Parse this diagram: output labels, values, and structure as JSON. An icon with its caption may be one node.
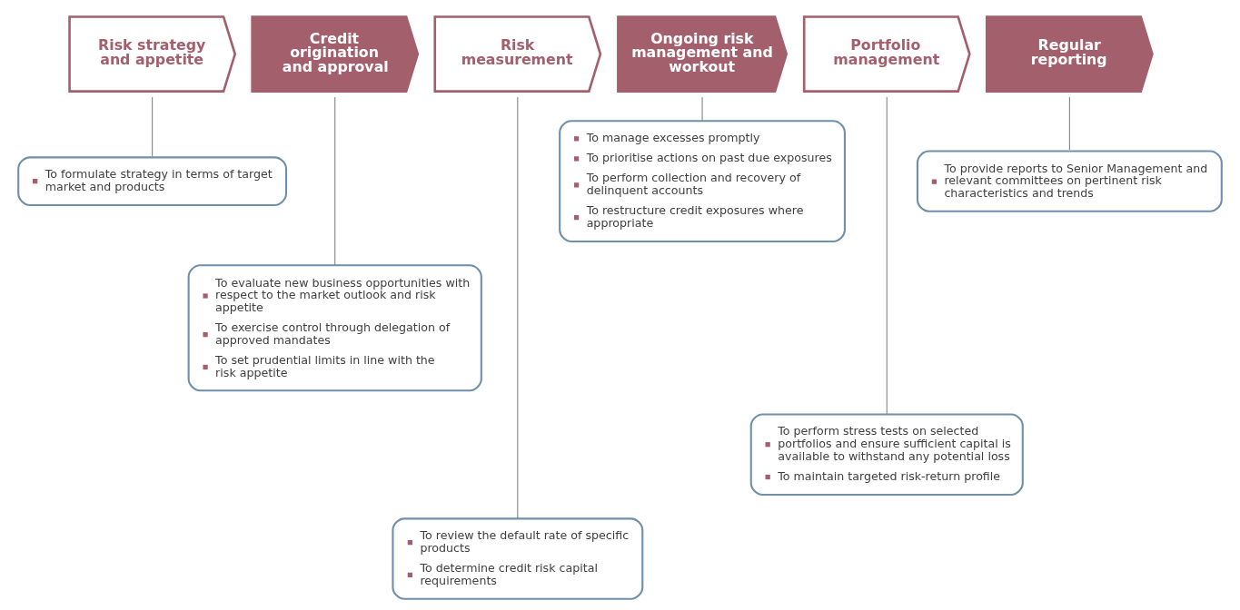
{
  "diagram": {
    "nodes": [
      {
        "text": [
          "Risk strategy and appetite"
        ]
      },
      {
        "text": [
          "Credit origination and approval"
        ]
      },
      {
        "text": [
          "Risk measurement"
        ]
      },
      {
        "text": [
          "Ongoing risk management and workout"
        ]
      },
      {
        "text": [
          "Portfolio management"
        ]
      },
      {
        "text": [
          "Regular reporting"
        ]
      },
      {
        "text": [
          "To formulate strategy in terms of target market and products"
        ]
      },
      {
        "text": [
          "To evaluate new business opportunities with respect to the market outlook and risk appetite",
          "To exercise control through delegation of approved mandates",
          "To set prudential limits in line with the risk appetite"
        ]
      },
      {
        "text": [
          "To review the default rate of specific products",
          "To determine credit risk capital requirements"
        ]
      },
      {
        "text": [
          "To manage excesses promptly",
          "To prioritise actions on past due exposures",
          "To perform collection and recovery of delinquent accounts",
          "To restructure credit exposures where appropriate"
        ]
      },
      {
        "text": [
          "To perform stress tests on selected portfolios and ensure sufficient capital is available to withstand any potential loss",
          "To maintain targeted risk-return profile"
        ]
      },
      {
        "text": [
          "To provide reports to Senior Management and relevant committees on pertinent risk characteristics and trends"
        ]
      }
    ],
    "edges": [
      {
        "from": 0,
        "to": 6,
        "arrow": "none"
      },
      {
        "from": 1,
        "to": 7,
        "arrow": "none"
      },
      {
        "from": 2,
        "to": 8,
        "arrow": "none"
      },
      {
        "from": 3,
        "to": 9,
        "arrow": "none"
      },
      {
        "from": 4,
        "to": 10,
        "arrow": "none"
      },
      {
        "from": 5,
        "to": 11,
        "arrow": "none"
      }
    ]
  }
}
